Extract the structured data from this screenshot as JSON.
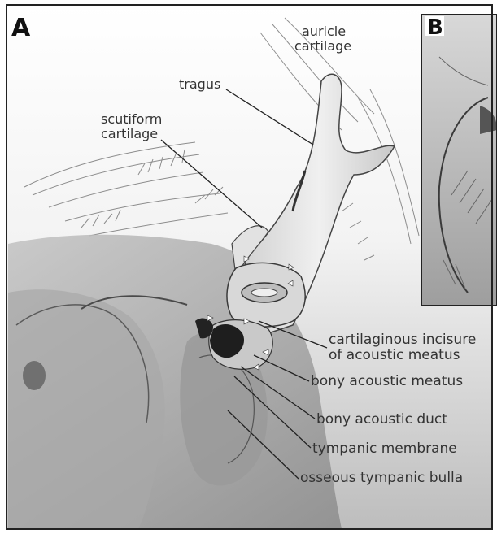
{
  "panels": {
    "a": {
      "letter": "A"
    },
    "b": {
      "letter": "B"
    }
  },
  "labels": {
    "auricle_1": "auricle",
    "auricle_2": "cartilage",
    "tragus": "tragus",
    "scutiform_1": "scutiform",
    "scutiform_2": "cartilage",
    "incisure_1": "cartilaginous incisure",
    "incisure_2": "of acoustic meatus",
    "bony_meatus": "bony acoustic meatus",
    "bony_duct": "bony acoustic duct",
    "tympanic_membrane": "tympanic membrane",
    "tympanic_bulla": "osseous tympanic bulla"
  },
  "colors": {
    "frame": "#222222",
    "leader": "#222222",
    "label": "#333333",
    "skin": "#b9b9b9",
    "cartilage": "#e6e6e6",
    "bone": "#9a9a9a",
    "dark": "#2a2a2a"
  }
}
